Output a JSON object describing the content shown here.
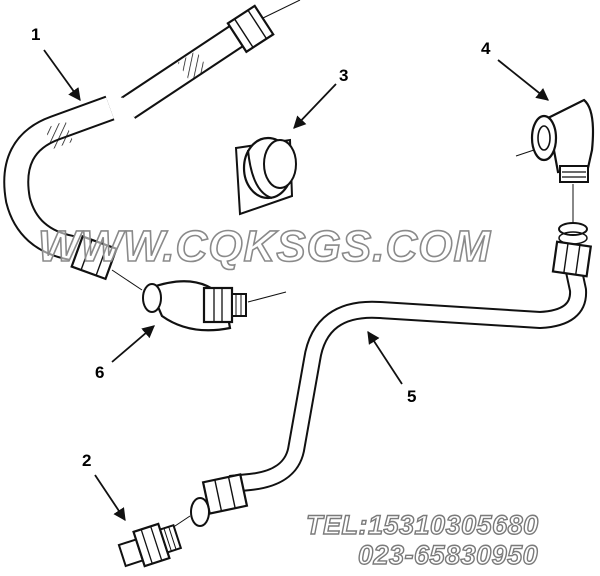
{
  "callouts": {
    "c1": "1",
    "c2": "2",
    "c3": "3",
    "c4": "4",
    "c5": "5",
    "c6": "6"
  },
  "watermark": {
    "site": "WWW.CQKSGS.COM",
    "tel": "TEL:15310305680",
    "phone": "023-65830950"
  },
  "colors": {
    "line": "#111111",
    "fill": "#ffffff",
    "watermark_stroke": "#8a8a8a"
  }
}
